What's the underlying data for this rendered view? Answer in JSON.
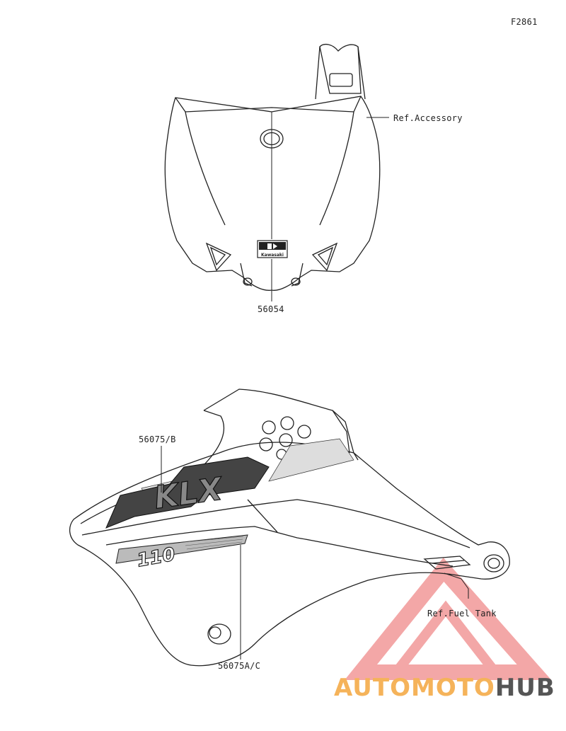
{
  "figure_code": "F2861",
  "callouts": {
    "accessory": "Ref.Accessory",
    "number_plate_decal": "56054",
    "shroud_logo": "56075/B",
    "shroud_110": "56075A/C",
    "fuel_tank": "Ref.Fuel Tank"
  },
  "decal_text": {
    "brand": "Kawasaki",
    "model": "KLX",
    "displacement": "110"
  },
  "watermark": {
    "part1": "AUTO",
    "part2": "MOTO",
    "part3": "HUB",
    "color_light": "#f5b35a",
    "color_dark": "#555555",
    "logo_color": "#f08a8a"
  }
}
